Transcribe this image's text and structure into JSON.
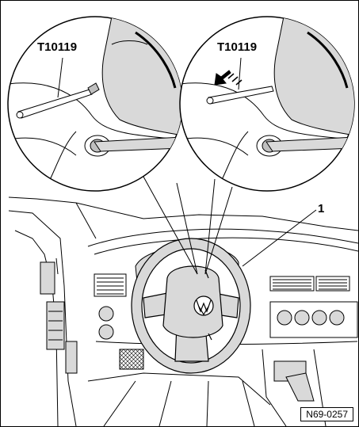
{
  "labels": {
    "tool_left": "T10119",
    "tool_right": "T10119",
    "callout": "1"
  },
  "figure_code": "N69-0257",
  "colors": {
    "ink": "#000000",
    "shade": "#d9d9d9",
    "shade_dark": "#bfbfbf",
    "paper": "#ffffff"
  }
}
